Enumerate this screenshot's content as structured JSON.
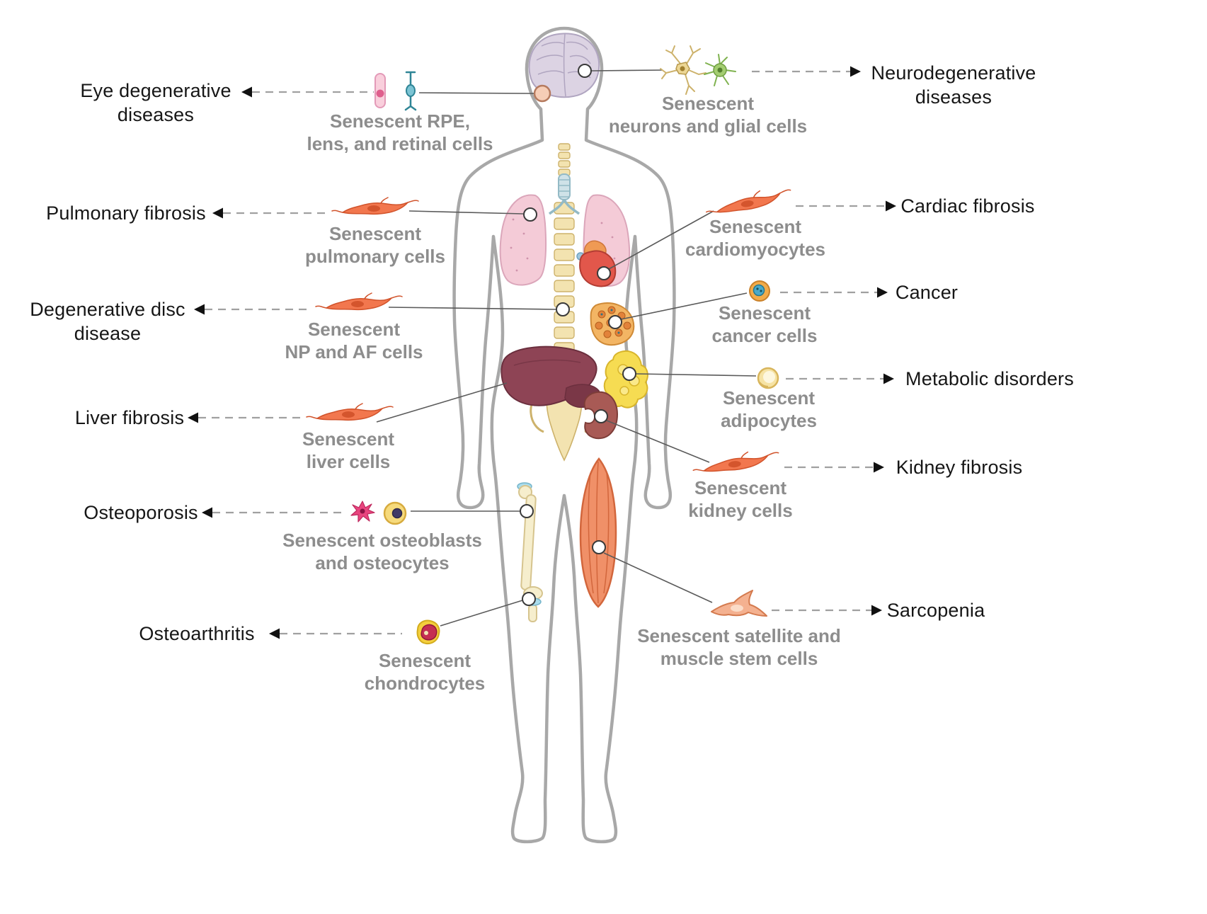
{
  "palette": {
    "body_outline": "#a8a8a8",
    "disease_label_text": "#161616",
    "cell_label_text": "#8d8d8d",
    "connector_line": "#5a5a5a",
    "dashed_line": "#a0a0a0",
    "arrowhead": "#111111",
    "senescent_fibroblast": "#f2774e"
  },
  "annotations": {
    "eye": {
      "side": "left",
      "disease_lines": [
        "Eye degenerative",
        "diseases"
      ],
      "cell_lines": [
        "Senescent RPE,",
        "lens, and retinal cells"
      ],
      "icon": "rpe-lens-retinal-cells-icon"
    },
    "neurodegenerative": {
      "side": "right",
      "disease_lines": [
        "Neurodegenerative",
        "diseases"
      ],
      "cell_lines": [
        "Senescent",
        "neurons and glial cells"
      ],
      "icon": "neuron-and-glial-cell-icon"
    },
    "pulmonary": {
      "side": "left",
      "disease_lines": [
        "Pulmonary fibrosis"
      ],
      "cell_lines": [
        "Senescent",
        "pulmonary cells"
      ],
      "icon": "senescent-fibroblast-icon"
    },
    "cardiac": {
      "side": "right",
      "disease_lines": [
        "Cardiac fibrosis"
      ],
      "cell_lines": [
        "Senescent",
        "cardiomyocytes"
      ],
      "icon": "senescent-fibroblast-icon"
    },
    "disc": {
      "side": "left",
      "disease_lines": [
        "Degenerative disc",
        "disease"
      ],
      "cell_lines": [
        "Senescent",
        "NP and AF cells"
      ],
      "icon": "senescent-fibroblast-icon"
    },
    "cancer": {
      "side": "right",
      "disease_lines": [
        "Cancer"
      ],
      "cell_lines": [
        "Senescent",
        "cancer cells"
      ],
      "icon": "cancer-cell-icon"
    },
    "liver": {
      "side": "left",
      "disease_lines": [
        "Liver fibrosis"
      ],
      "cell_lines": [
        "Senescent",
        "liver cells"
      ],
      "icon": "senescent-fibroblast-icon"
    },
    "metabolic": {
      "side": "right",
      "disease_lines": [
        "Metabolic disorders"
      ],
      "cell_lines": [
        "Senescent",
        "adipocytes"
      ],
      "icon": "adipocyte-icon"
    },
    "osteoporosis": {
      "side": "left",
      "disease_lines": [
        "Osteoporosis"
      ],
      "cell_lines": [
        "Senescent osteoblasts",
        "and osteocytes"
      ],
      "icon": "osteoblast-and-osteocyte-icon"
    },
    "kidney": {
      "side": "right",
      "disease_lines": [
        "Kidney fibrosis"
      ],
      "cell_lines": [
        "Senescent",
        "kidney cells"
      ],
      "icon": "senescent-fibroblast-icon"
    },
    "osteoarthritis": {
      "side": "left",
      "disease_lines": [
        "Osteoarthritis"
      ],
      "cell_lines": [
        "Senescent",
        "chondrocytes"
      ],
      "icon": "chondrocyte-icon"
    },
    "sarcopenia": {
      "side": "right",
      "disease_lines": [
        "Sarcopenia"
      ],
      "cell_lines": [
        "Senescent satellite and",
        "muscle stem cells"
      ],
      "icon": "satellite-muscle-stem-cell-icon"
    }
  }
}
